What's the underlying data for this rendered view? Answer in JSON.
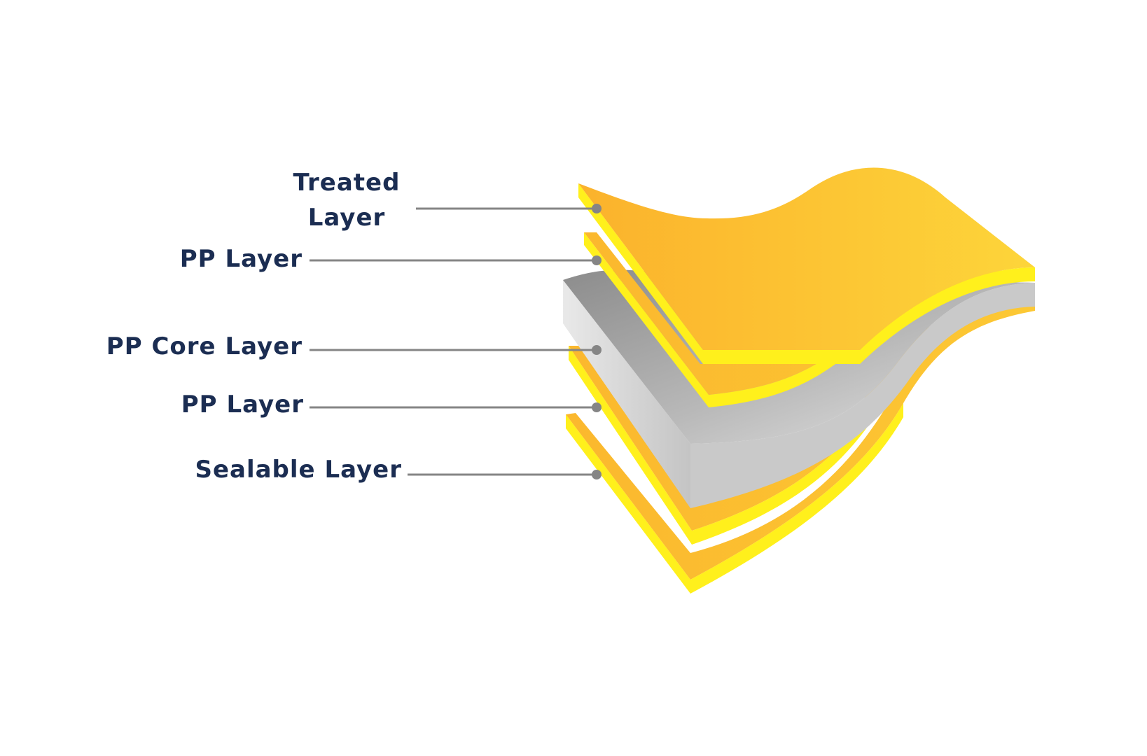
{
  "colors": {
    "label_text": "#1b2d52",
    "leader_line": "#858585",
    "layer_orange": "#fbb92f",
    "layer_orange_light": "#fdd53a",
    "layer_edge_yellow": "#fff01c",
    "core_grey_dark": "#8e8e8e",
    "core_grey_light": "#e2e2e2"
  },
  "layers": [
    {
      "label_line1": "Treated",
      "label_line2": "Layer"
    },
    {
      "label": "PP Layer"
    },
    {
      "label": "PP Core Layer"
    },
    {
      "label": "PP Layer"
    },
    {
      "label": "Sealable Layer"
    }
  ]
}
